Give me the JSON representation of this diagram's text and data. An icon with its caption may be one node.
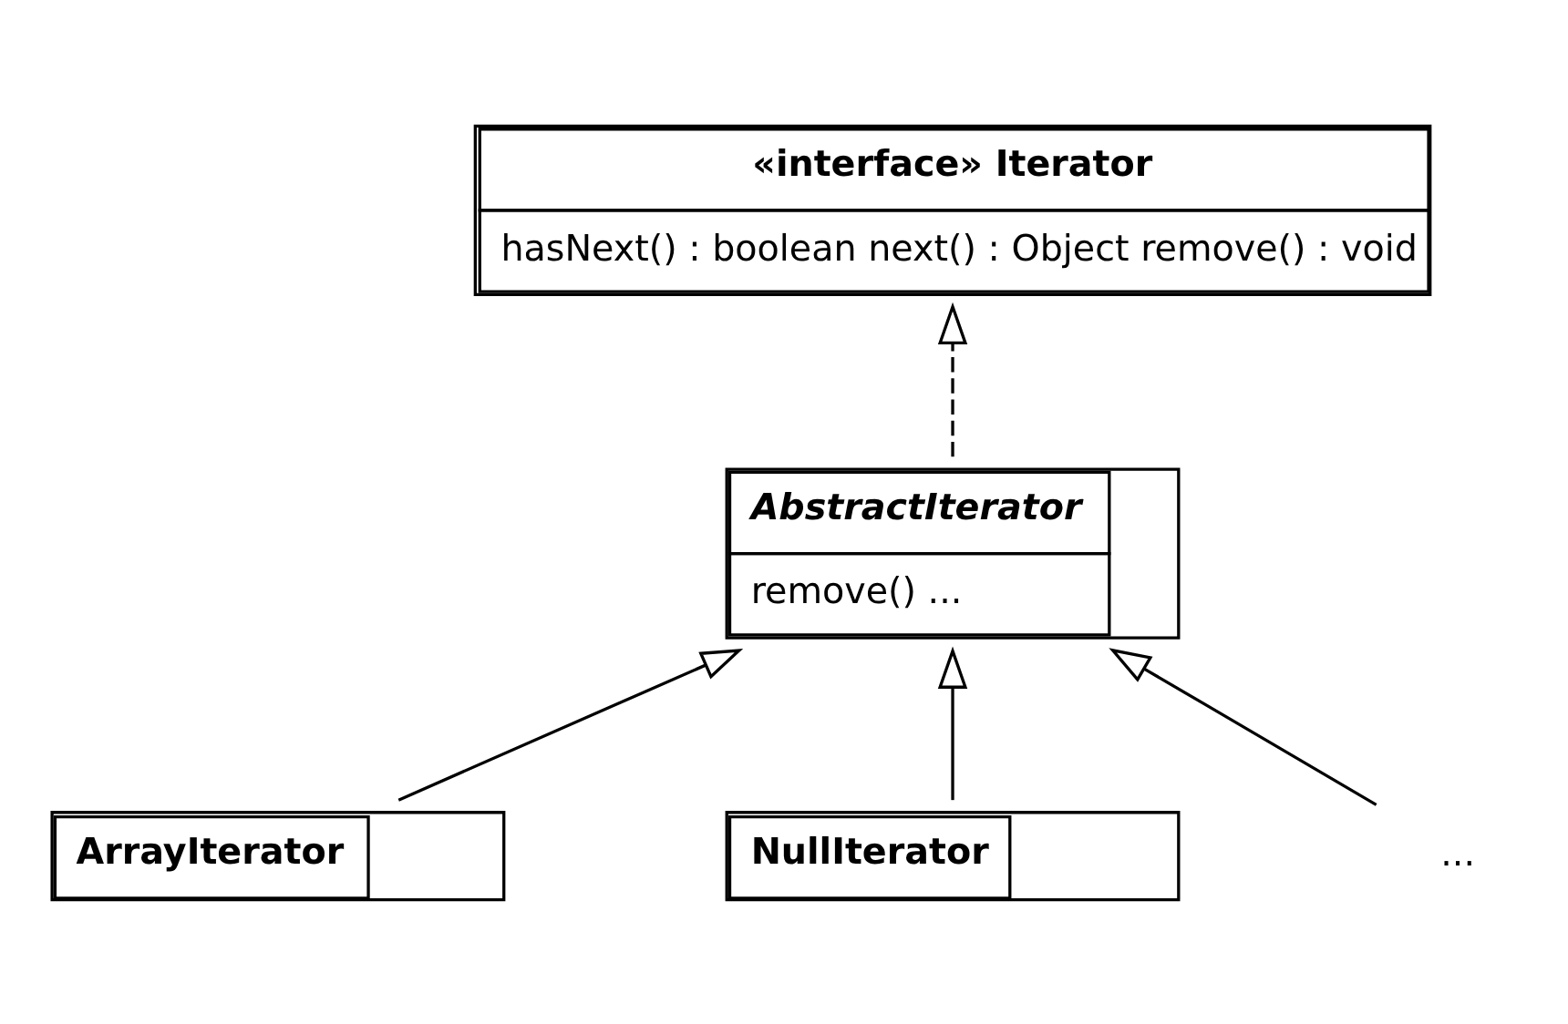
{
  "diagram": {
    "nodes": [
      {
        "text": [
          "«interface» Iterator",
          "hasNext() : boolean next() : Object remove() : void"
        ]
      },
      {
        "text": [
          "AbstractIterator",
          "remove() ..."
        ]
      },
      {
        "text": [
          "ArrayIterator"
        ]
      },
      {
        "text": [
          "NullIterator"
        ]
      },
      {
        "text": [
          "..."
        ]
      }
    ],
    "edges": [
      {
        "from": 1,
        "to": 0,
        "arrow": "to",
        "style": "dashed"
      },
      {
        "from": 2,
        "to": 1,
        "arrow": "to"
      },
      {
        "from": 3,
        "to": 1,
        "arrow": "to"
      },
      {
        "from": 4,
        "to": 1,
        "arrow": "to"
      }
    ]
  }
}
